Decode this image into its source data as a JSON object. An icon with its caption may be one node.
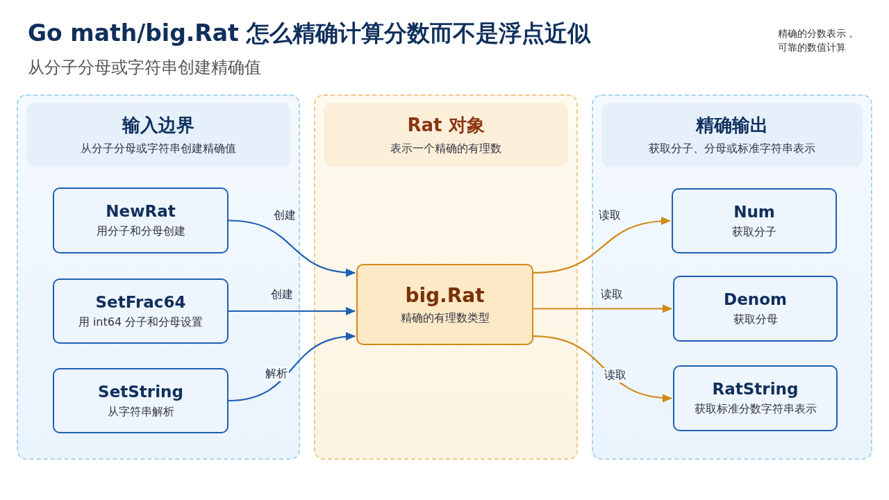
{
  "diagram": {
    "title": "Go math/big.Rat 怎么精确计算分数而不是浮点近似",
    "nodes": [
      {
        "text": [
          "输入边界",
          "从分子分母或字符串创建精确值"
        ]
      },
      {
        "text": [
          "NewRat",
          "用分子和分母创建"
        ],
        "in": 0
      },
      {
        "text": [
          "SetFrac64",
          "用 int64 分子和分母设置"
        ],
        "in": 0
      },
      {
        "text": [
          "SetString",
          "从字符串解析"
        ],
        "in": 0
      },
      {
        "text": [
          "Rat 对象",
          "表示一个精确的有理数"
        ]
      },
      {
        "text": [
          "big.Rat",
          "精确的有理数类型"
        ],
        "in": 4
      },
      {
        "text": [
          "精确输出",
          "获取分子、分母或标准字符串表示"
        ]
      },
      {
        "text": [
          "Num",
          "获取分子"
        ],
        "in": 6
      },
      {
        "text": [
          "Denom",
          "获取分母"
        ],
        "in": 6
      },
      {
        "text": [
          "RatString",
          "获取标准分数字符串表示"
        ],
        "in": 6
      }
    ],
    "edges": [
      {
        "from": 1,
        "to": 5,
        "arrow": "to",
        "label": "创建",
        "color": "#1d5fb4"
      },
      {
        "from": 2,
        "to": 5,
        "arrow": "to",
        "label": "创建",
        "color": "#1d5fb4"
      },
      {
        "from": 3,
        "to": 5,
        "arrow": "to",
        "label": "解析",
        "color": "#1d5fb4"
      },
      {
        "from": 5,
        "to": 7,
        "arrow": "to",
        "label": "读取",
        "color": "#cf8a17"
      },
      {
        "from": 5,
        "to": 8,
        "arrow": "to",
        "label": "读取",
        "color": "#cf8a17"
      },
      {
        "from": 5,
        "to": 9,
        "arrow": "to",
        "label": "读取",
        "color": "#cf8a17"
      }
    ],
    "labels": [
      "从分子分母或字符串创建精确值",
      "精确的分数表示，可靠的数值计算"
    ]
  }
}
